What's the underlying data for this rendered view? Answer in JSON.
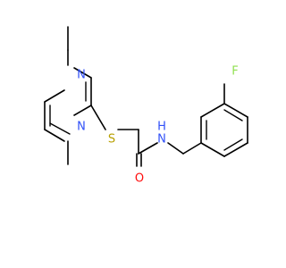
{
  "molecule": {
    "atom_labels": {
      "n_ring_top": "N",
      "n_ring_bottom": "N",
      "sulfur": "S",
      "oxygen": "O",
      "amide_n": "N",
      "amide_h": "H",
      "fluorine": "F"
    },
    "colors": {
      "bond": "#000000",
      "nitrogen": "#3050F8",
      "sulfur": "#B8A000",
      "oxygen": "#FF0D0D",
      "fluorine": "#90E050"
    }
  }
}
